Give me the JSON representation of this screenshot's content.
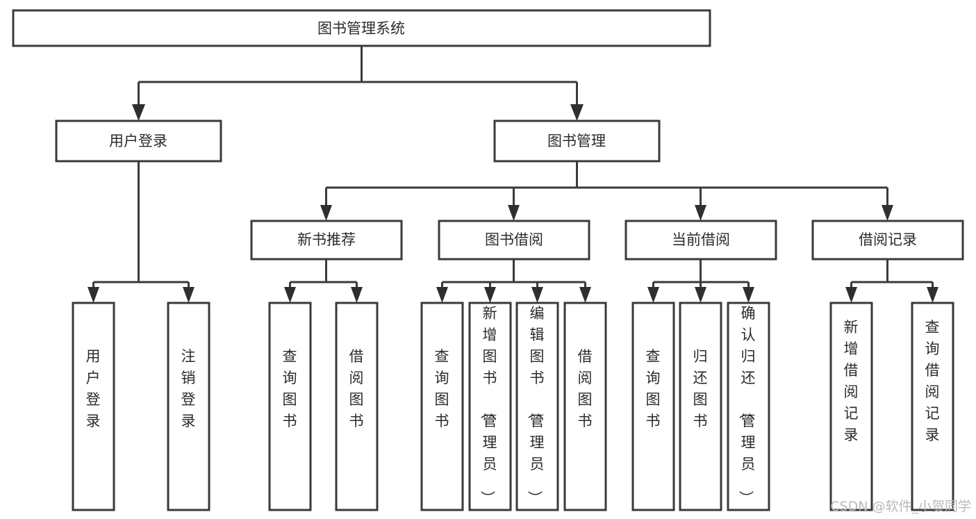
{
  "diagram": {
    "title": "图书管理系统",
    "type": "tree",
    "orientation": "top-down",
    "background_color": "#ffffff",
    "box_stroke_color": "#3a3a3a",
    "text_color": "#2b2b2b",
    "connector_color": "#3a3a3a"
  },
  "nodes": {
    "root": {
      "label": "图书管理系统",
      "level": 0,
      "orientation": "horizontal"
    },
    "l1": [
      {
        "id": "user-login",
        "label": "用户登录",
        "level": 1,
        "orientation": "horizontal"
      },
      {
        "id": "book-manage",
        "label": "图书管理",
        "level": 1,
        "orientation": "horizontal"
      }
    ],
    "l2": [
      {
        "id": "new-book-rec",
        "label": "新书推荐",
        "level": 2,
        "orientation": "horizontal",
        "parent": "book-manage"
      },
      {
        "id": "book-borrow",
        "label": "图书借阅",
        "level": 2,
        "orientation": "horizontal",
        "parent": "book-manage"
      },
      {
        "id": "current-borrow",
        "label": "当前借阅",
        "level": 2,
        "orientation": "horizontal",
        "parent": "book-manage"
      },
      {
        "id": "borrow-record",
        "label": "借阅记录",
        "level": 2,
        "orientation": "horizontal",
        "parent": "book-manage"
      }
    ],
    "leaves": [
      {
        "id": "leaf-user-login",
        "label": "用户登录",
        "parent": "user-login",
        "orientation": "vertical"
      },
      {
        "id": "leaf-user-logout",
        "label": "注销登录",
        "parent": "user-login",
        "orientation": "vertical"
      },
      {
        "id": "leaf-rec-query-book",
        "label": "查询图书",
        "parent": "new-book-rec",
        "orientation": "vertical"
      },
      {
        "id": "leaf-rec-borrow-book",
        "label": "借阅图书",
        "parent": "new-book-rec",
        "orientation": "vertical"
      },
      {
        "id": "leaf-bor-query-book",
        "label": "查询图书",
        "parent": "book-borrow",
        "orientation": "vertical"
      },
      {
        "id": "leaf-bor-add-book",
        "label": "新增图书（管理员）",
        "parent": "book-borrow",
        "orientation": "vertical"
      },
      {
        "id": "leaf-bor-edit-book",
        "label": "编辑图书（管理员）",
        "parent": "book-borrow",
        "orientation": "vertical"
      },
      {
        "id": "leaf-bor-borrow-book",
        "label": "借阅图书",
        "parent": "book-borrow",
        "orientation": "vertical"
      },
      {
        "id": "leaf-cur-query-book",
        "label": "查询图书",
        "parent": "current-borrow",
        "orientation": "vertical"
      },
      {
        "id": "leaf-cur-return-book",
        "label": "归还图书",
        "parent": "current-borrow",
        "orientation": "vertical"
      },
      {
        "id": "leaf-cur-confirm-return",
        "label": "确认归还（管理员）",
        "parent": "current-borrow",
        "orientation": "vertical"
      },
      {
        "id": "leaf-rec-add-record",
        "label": "新增借阅记录",
        "parent": "borrow-record",
        "orientation": "vertical"
      },
      {
        "id": "leaf-rec-query-record",
        "label": "查询借阅记录",
        "parent": "borrow-record",
        "orientation": "vertical"
      }
    ]
  },
  "watermark": {
    "text": "CSDN @软件_小贺同学",
    "color": "#b9b9b9"
  }
}
